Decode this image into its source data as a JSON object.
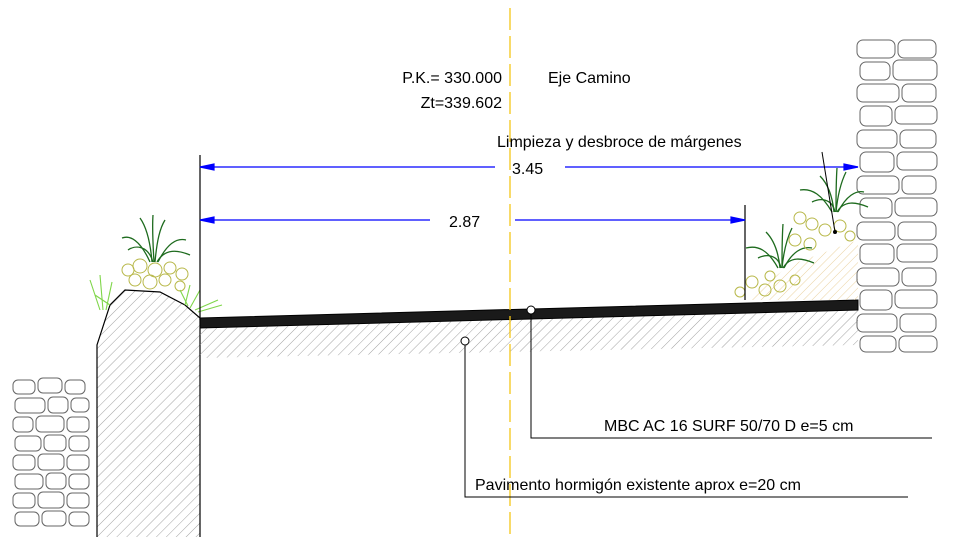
{
  "station": {
    "pk_label": "P.K.= 330.000",
    "zt_label": "Zt=339.602"
  },
  "axis": {
    "label": "Eje Camino",
    "color": "#f5c518"
  },
  "dimensions": {
    "total": {
      "value": "3.45",
      "color": "#0000ff"
    },
    "inner": {
      "value": "2.87",
      "color": "#0000ff"
    }
  },
  "annotations": {
    "clearing": "Limpieza y desbroce de márgenes",
    "surface_layer": "MBC AC 16 SURF 50/70 D e=5 cm",
    "existing_pavement": "Pavimento hormigón existente aprox e=20 cm"
  },
  "colors": {
    "asphalt": "#1a1a1a",
    "hatch": "#808080",
    "vegetation_dark": "#1e6b1e",
    "vegetation_light": "#7fd64a",
    "shrub": "#b8b84a",
    "stone": "#666666"
  },
  "icons": [
    "stone-wall-icon",
    "grass-tuft-icon",
    "shrub-icon"
  ]
}
